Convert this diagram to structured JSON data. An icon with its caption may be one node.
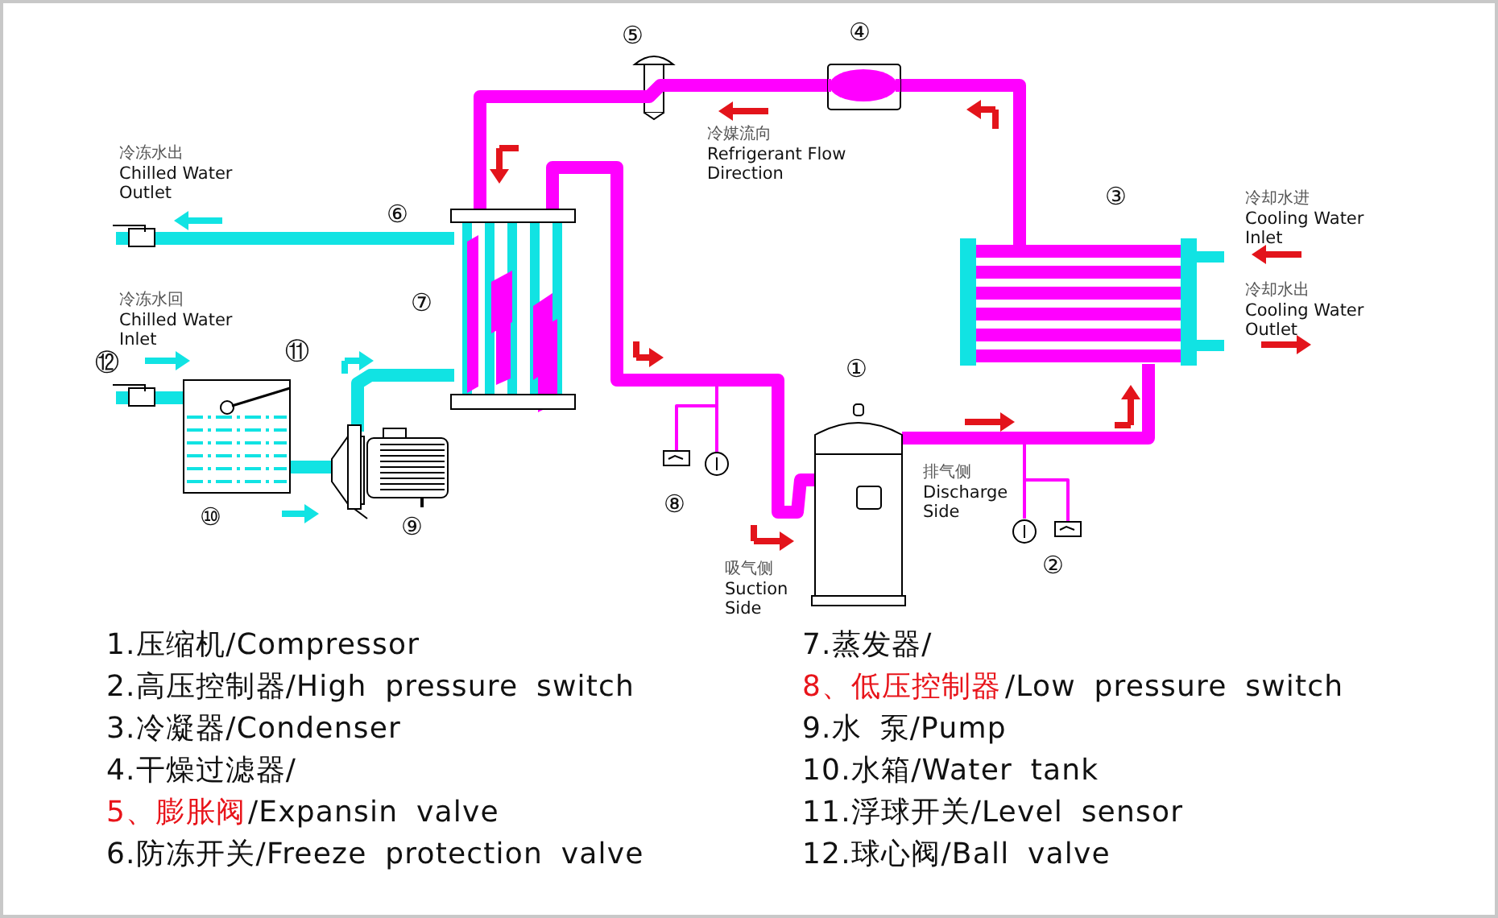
{
  "diagram": {
    "labels": [
      "⑤",
      "④",
      "冷冻水出",
      "Chilled Water Outlet",
      "冷媒流向",
      "Refrigerant Flow Direction",
      "⑥",
      "③",
      "冷却水进",
      "Cooling Water Inlet",
      "⑦",
      "冷冻水回",
      "Chilled Water Inlet",
      "冷却水出",
      "Cooling Water Outlet",
      "⑪",
      "⑫",
      "①",
      "排气侧",
      "Discharge Side",
      "⑧",
      "⑩",
      "⑨",
      "②",
      "吸气侧",
      "Suction Side",
      "1.压缩机/Compressor",
      "2.高压控制器/High pressure switch",
      "3.冷凝器/Condenser",
      "4.干燥过滤器/",
      "5、膨胀阀",
      "/Expansin valve",
      "6.防冻开关/Freeze protection valve",
      "7.蒸发器/",
      "8、低压控制器",
      "/Low pressure switch",
      "9.水 泵/Pump",
      "10.水箱/Water tank",
      "11.浮球开关/Level sensor",
      "12.球心阀/Ball valve"
    ]
  }
}
